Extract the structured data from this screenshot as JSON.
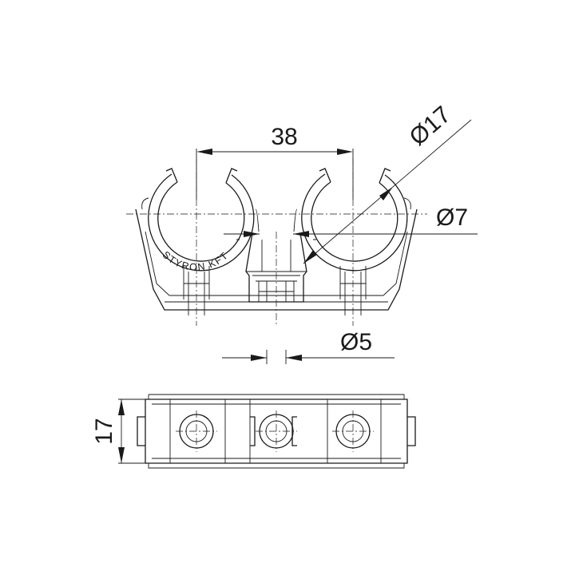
{
  "dimensions": {
    "spacing": "38",
    "outer_diameter": "Ø17",
    "inner_diameter": "Ø7",
    "hole_diameter": "Ø5",
    "height": "17"
  },
  "branding": {
    "text": "STYRON KFT"
  }
}
